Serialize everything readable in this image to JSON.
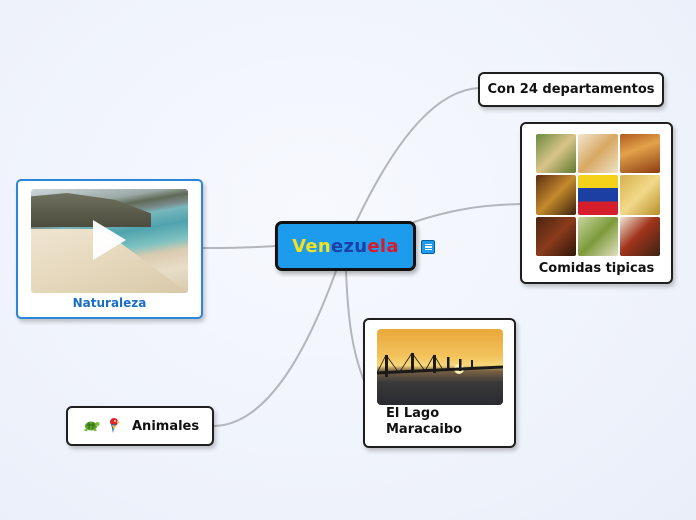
{
  "central": {
    "segments": [
      {
        "text": "Ven",
        "color": "#f4e21e"
      },
      {
        "text": "ezu",
        "color": "#1b3fa8"
      },
      {
        "text": "ela",
        "color": "#d81b2c"
      }
    ]
  },
  "nodes": {
    "departamentos": "Con 24 departamentos",
    "comidas": "Comidas tipicas",
    "naturaleza": "Naturaleza",
    "lago_line1": "El Lago",
    "lago_line2": "Maracaibo",
    "animales": "Animales"
  },
  "icons": {
    "note": "note-icon",
    "play": "play-icon",
    "turtle": "turtle-icon",
    "parrot": "parrot-icon"
  },
  "colors": {
    "central_fill": "#1d9bec",
    "connector": "#b4b8bf",
    "naturaleza_border": "#2a86d6"
  }
}
